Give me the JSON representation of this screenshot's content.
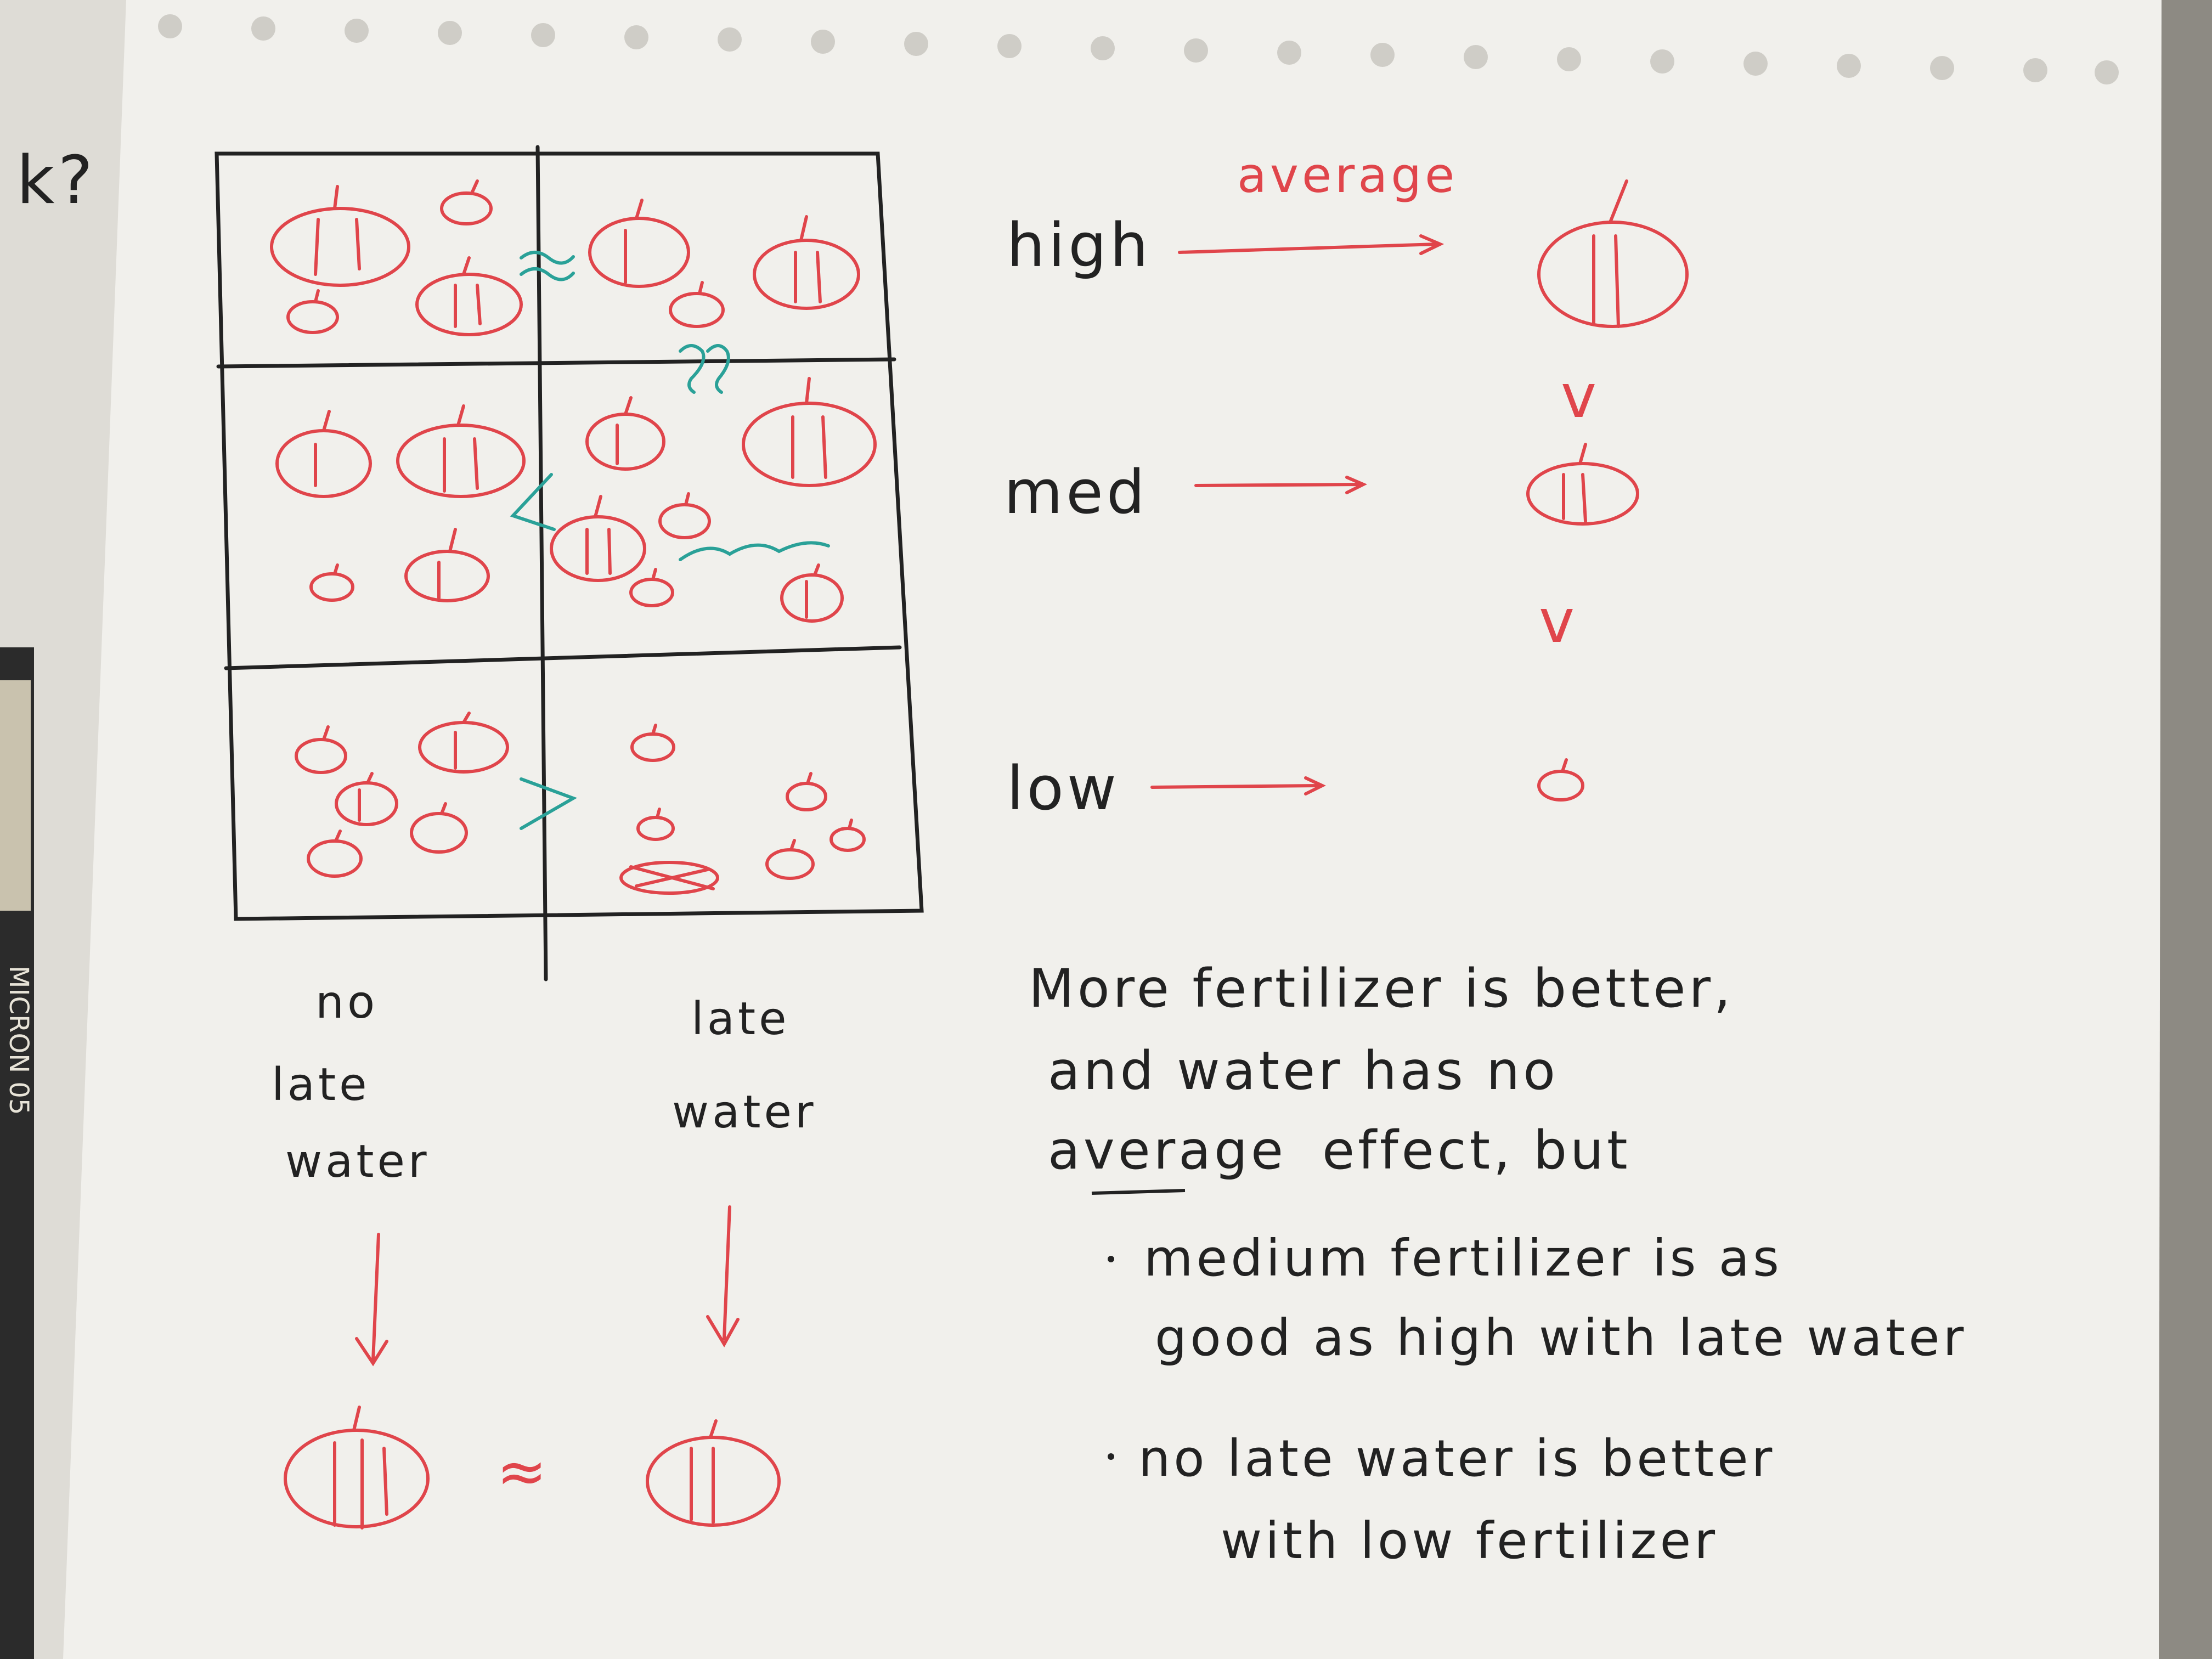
{
  "colors": {
    "paper": "#f1f0ec",
    "ink": "#222222",
    "red_ink": "#e0454b",
    "teal_ink": "#2aa198",
    "desk": "#8d8a83"
  },
  "grid": {
    "columns": [
      "no late water",
      "late water"
    ],
    "rows": [
      "high",
      "med",
      "low"
    ],
    "column_labels": [
      {
        "line1": "no",
        "line2": "late",
        "line3": "water"
      },
      {
        "line1": "late",
        "line2": "water"
      }
    ],
    "comparisons": {
      "top_row": "≈",
      "right_column_high_vs_med": "≈",
      "middle_row": "<",
      "bottom_row": ">"
    }
  },
  "fertilizer_panel": {
    "arrow_label": "average",
    "levels": [
      {
        "label": "high",
        "pumpkin_size": "large"
      },
      {
        "label": "med",
        "pumpkin_size": "medium"
      },
      {
        "label": "low",
        "pumpkin_size": "small"
      }
    ],
    "ordering_symbol": "v"
  },
  "water_summary": {
    "relation": "≈"
  },
  "notes": {
    "line1": "More fertilizer is better,",
    "line2": "and water has no",
    "line3_underlined": "average",
    "line3_rest": "effect, but",
    "bullet1_line1": "medium fertilizer is as",
    "bullet1_line2": "good as high with late water",
    "bullet2_line1": "no late water is better",
    "bullet2_line2": "with low fertilizer"
  },
  "margin_scribbles": {
    "top": "k?"
  },
  "pen_label": "MICRON 05"
}
